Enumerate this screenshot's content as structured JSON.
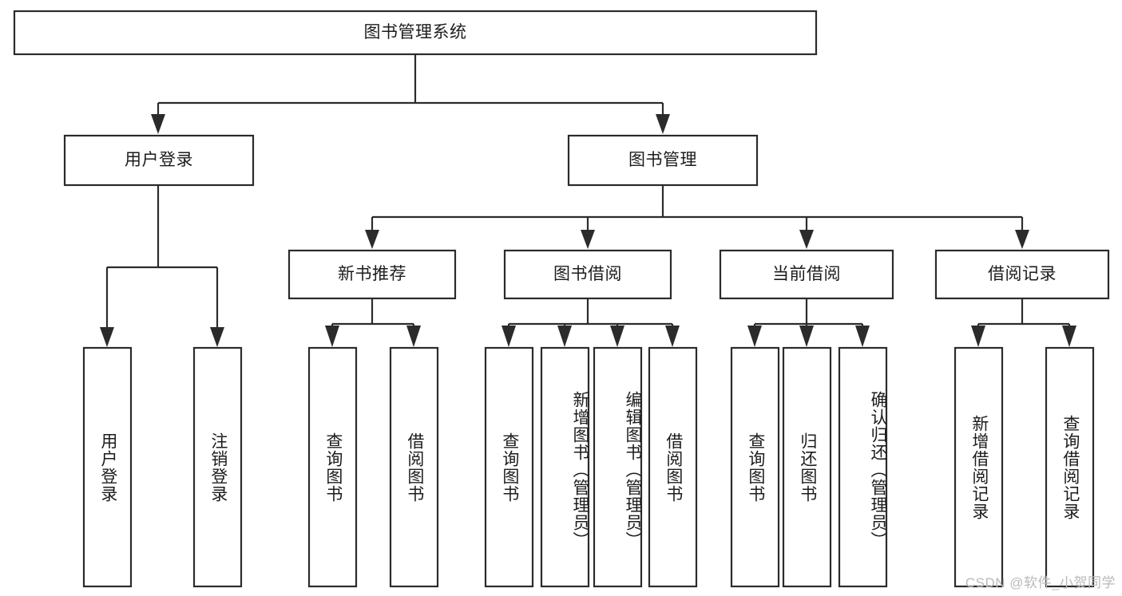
{
  "diagram": {
    "type": "tree",
    "title": "图书管理系统",
    "watermark": "CSDN @软件_小贺同学",
    "nodes": {
      "root": {
        "label": "图书管理系统",
        "level": 0,
        "orientation": "horizontal"
      },
      "user_login": {
        "label": "用户登录",
        "level": 1,
        "orientation": "horizontal"
      },
      "book_manage": {
        "label": "图书管理",
        "level": 1,
        "orientation": "horizontal"
      },
      "new_book_rec": {
        "label": "新书推荐",
        "level": 2,
        "orientation": "horizontal"
      },
      "book_borrow": {
        "label": "图书借阅",
        "level": 2,
        "orientation": "horizontal"
      },
      "current_borrow": {
        "label": "当前借阅",
        "level": 2,
        "orientation": "horizontal"
      },
      "borrow_record": {
        "label": "借阅记录",
        "level": 2,
        "orientation": "horizontal"
      },
      "leaf_user_login": {
        "label": "用户登录",
        "level": 3,
        "orientation": "vertical"
      },
      "leaf_logout": {
        "label": "注销登录",
        "level": 3,
        "orientation": "vertical"
      },
      "leaf_query_book_1": {
        "label": "查询图书",
        "level": 3,
        "orientation": "vertical"
      },
      "leaf_borrow_book_1": {
        "label": "借阅图书",
        "level": 3,
        "orientation": "vertical"
      },
      "leaf_query_book_2": {
        "label": "查询图书",
        "level": 3,
        "orientation": "vertical"
      },
      "leaf_add_book": {
        "label": "新增图书（管理员）",
        "level": 3,
        "orientation": "vertical"
      },
      "leaf_edit_book": {
        "label": "编辑图书（管理员）",
        "level": 3,
        "orientation": "vertical"
      },
      "leaf_borrow_book_2": {
        "label": "借阅图书",
        "level": 3,
        "orientation": "vertical"
      },
      "leaf_query_book_3": {
        "label": "查询图书",
        "level": 3,
        "orientation": "vertical"
      },
      "leaf_return_book": {
        "label": "归还图书",
        "level": 3,
        "orientation": "vertical"
      },
      "leaf_confirm_return": {
        "label": "确认归还（管理员）",
        "level": 3,
        "orientation": "vertical"
      },
      "leaf_add_record": {
        "label": "新增借阅记录",
        "level": 3,
        "orientation": "vertical"
      },
      "leaf_query_record": {
        "label": "查询借阅记录",
        "level": 3,
        "orientation": "vertical"
      }
    },
    "edges": [
      {
        "from": "root",
        "to": "user_login"
      },
      {
        "from": "root",
        "to": "book_manage"
      },
      {
        "from": "user_login",
        "to": "leaf_user_login"
      },
      {
        "from": "user_login",
        "to": "leaf_logout"
      },
      {
        "from": "book_manage",
        "to": "new_book_rec"
      },
      {
        "from": "book_manage",
        "to": "book_borrow"
      },
      {
        "from": "book_manage",
        "to": "current_borrow"
      },
      {
        "from": "book_manage",
        "to": "borrow_record"
      },
      {
        "from": "new_book_rec",
        "to": "leaf_query_book_1"
      },
      {
        "from": "new_book_rec",
        "to": "leaf_borrow_book_1"
      },
      {
        "from": "book_borrow",
        "to": "leaf_query_book_2"
      },
      {
        "from": "book_borrow",
        "to": "leaf_add_book"
      },
      {
        "from": "book_borrow",
        "to": "leaf_edit_book"
      },
      {
        "from": "book_borrow",
        "to": "leaf_borrow_book_2"
      },
      {
        "from": "current_borrow",
        "to": "leaf_query_book_3"
      },
      {
        "from": "current_borrow",
        "to": "leaf_return_book"
      },
      {
        "from": "current_borrow",
        "to": "leaf_confirm_return"
      },
      {
        "from": "borrow_record",
        "to": "leaf_add_record"
      },
      {
        "from": "borrow_record",
        "to": "leaf_query_record"
      }
    ],
    "colors": {
      "stroke": "#2b2b2b",
      "fill": "#ffffff",
      "text": "#1c1c1c",
      "watermark": "#b9b9b9"
    }
  }
}
